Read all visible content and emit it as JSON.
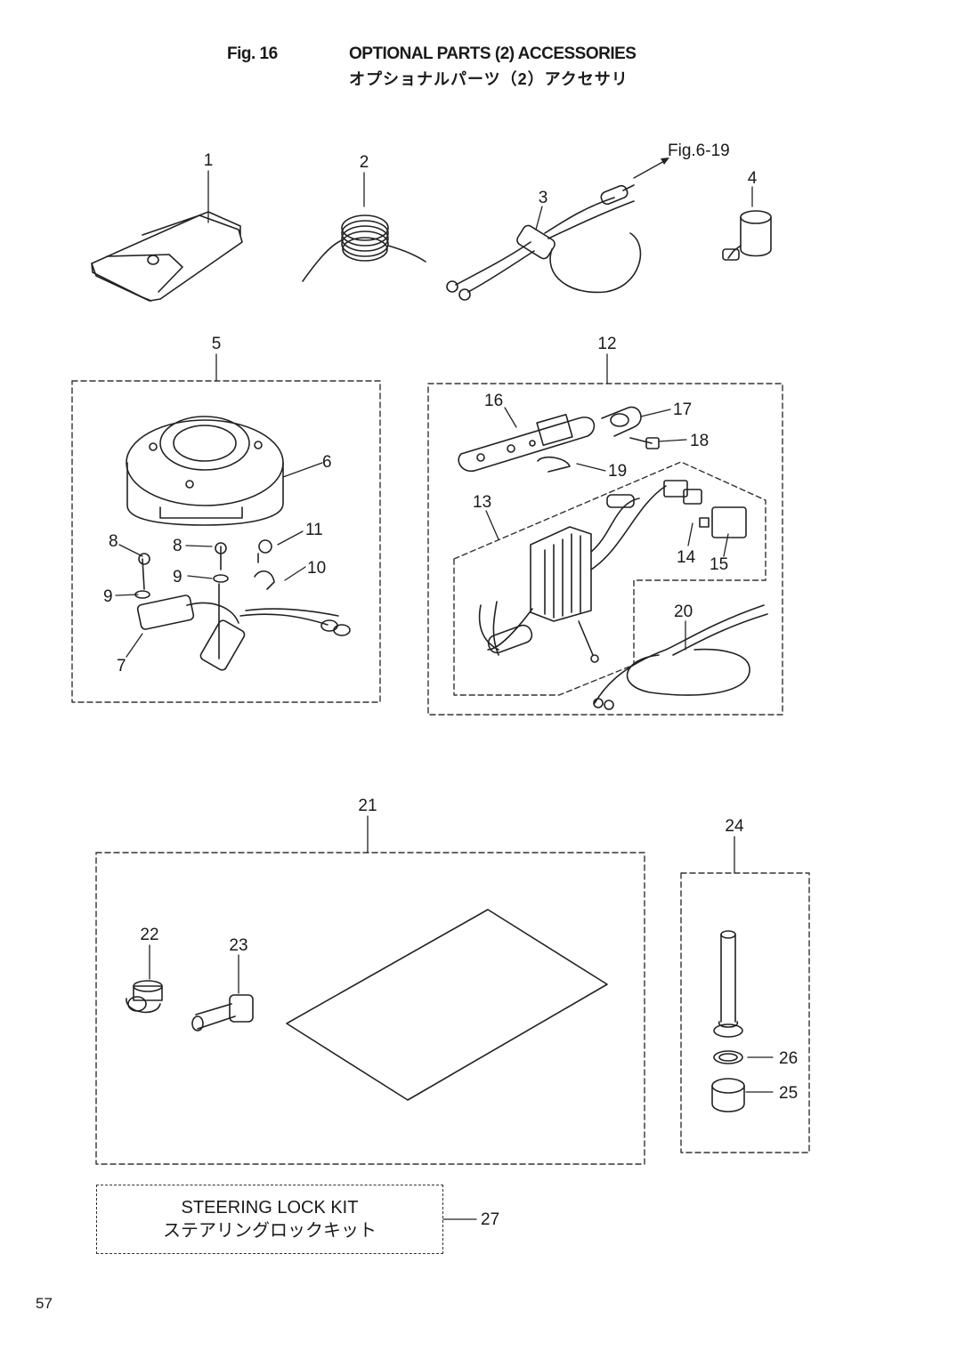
{
  "header": {
    "fig_no": "Fig. 16",
    "title_en": "OPTIONAL PARTS (2) ACCESSORIES",
    "title_jp": "オプショナルパーツ（2）アクセサリ"
  },
  "reference": "Fig.6-19",
  "part_labels": [
    "1",
    "2",
    "3",
    "4",
    "5",
    "6",
    "7",
    "8",
    "8",
    "9",
    "9",
    "10",
    "11",
    "12",
    "13",
    "14",
    "15",
    "16",
    "17",
    "18",
    "19",
    "20",
    "21",
    "22",
    "23",
    "24",
    "25",
    "26",
    "27"
  ],
  "steering_kit": {
    "line1": "STEERING LOCK KIT",
    "line2": "ステアリングロックキット",
    "ref": "27"
  },
  "page_number": "57",
  "colors": {
    "line": "#222222",
    "dash": "#333333",
    "text": "#1a1a1a"
  }
}
